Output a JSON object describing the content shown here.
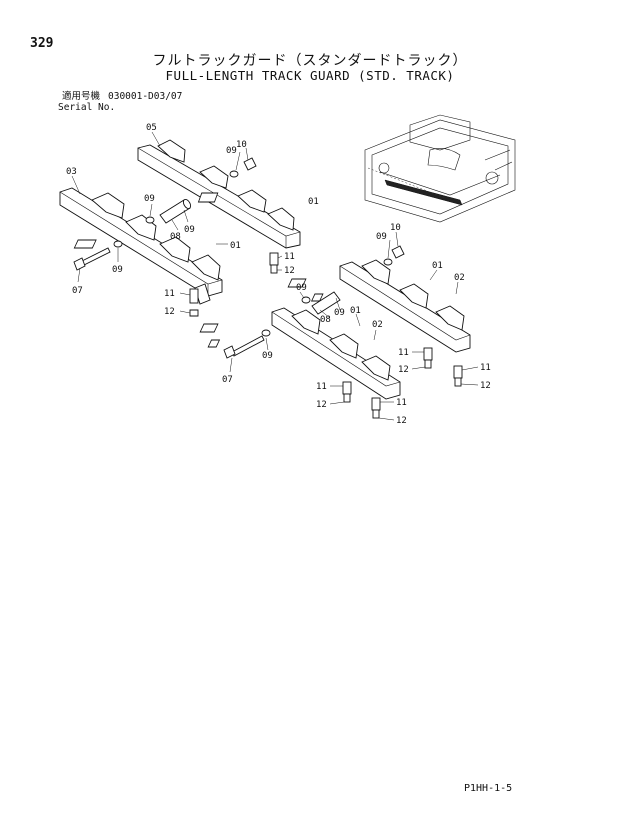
{
  "page": {
    "number": "329",
    "title_jp": "フルトラックガード（スタンダードトラック）",
    "title_en": "FULL-LENGTH TRACK GUARD (STD. TRACK)",
    "serial_label_jp": "適用号機",
    "serial_value": "030001-D03/07",
    "serial_label_en": "Serial No.",
    "footer_code": "P1HH-1-5"
  },
  "callouts": {
    "c05": "05",
    "c03": "03",
    "c01a": "01",
    "c01b": "01",
    "c01c": "01",
    "c01d": "01",
    "c02a": "02",
    "c02b": "02",
    "c07a": "07",
    "c07b": "07",
    "c08a": "08",
    "c08b": "08",
    "c09a": "09",
    "c09b": "09",
    "c09c": "09",
    "c09d": "09",
    "c09e": "09",
    "c09f": "09",
    "c09g": "09",
    "c09h": "09",
    "c10a": "10",
    "c10b": "10",
    "c11a": "11",
    "c11b": "11",
    "c11c": "11",
    "c11d": "11",
    "c11e": "11",
    "c11f": "11",
    "c12a": "12",
    "c12b": "12",
    "c12c": "12",
    "c12d": "12",
    "c12e": "12",
    "c12f": "12"
  }
}
